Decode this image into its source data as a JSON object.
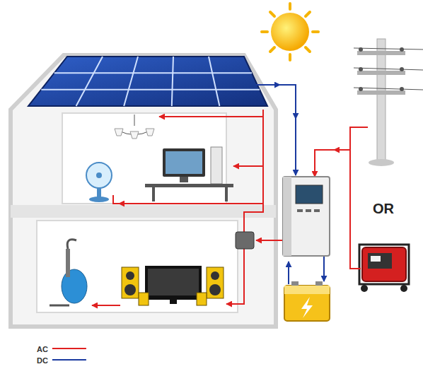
{
  "diagram": {
    "labels": [
      "OR"
    ],
    "legend": [
      {
        "text": "AC"
      },
      {
        "text": "DC"
      }
    ]
  }
}
